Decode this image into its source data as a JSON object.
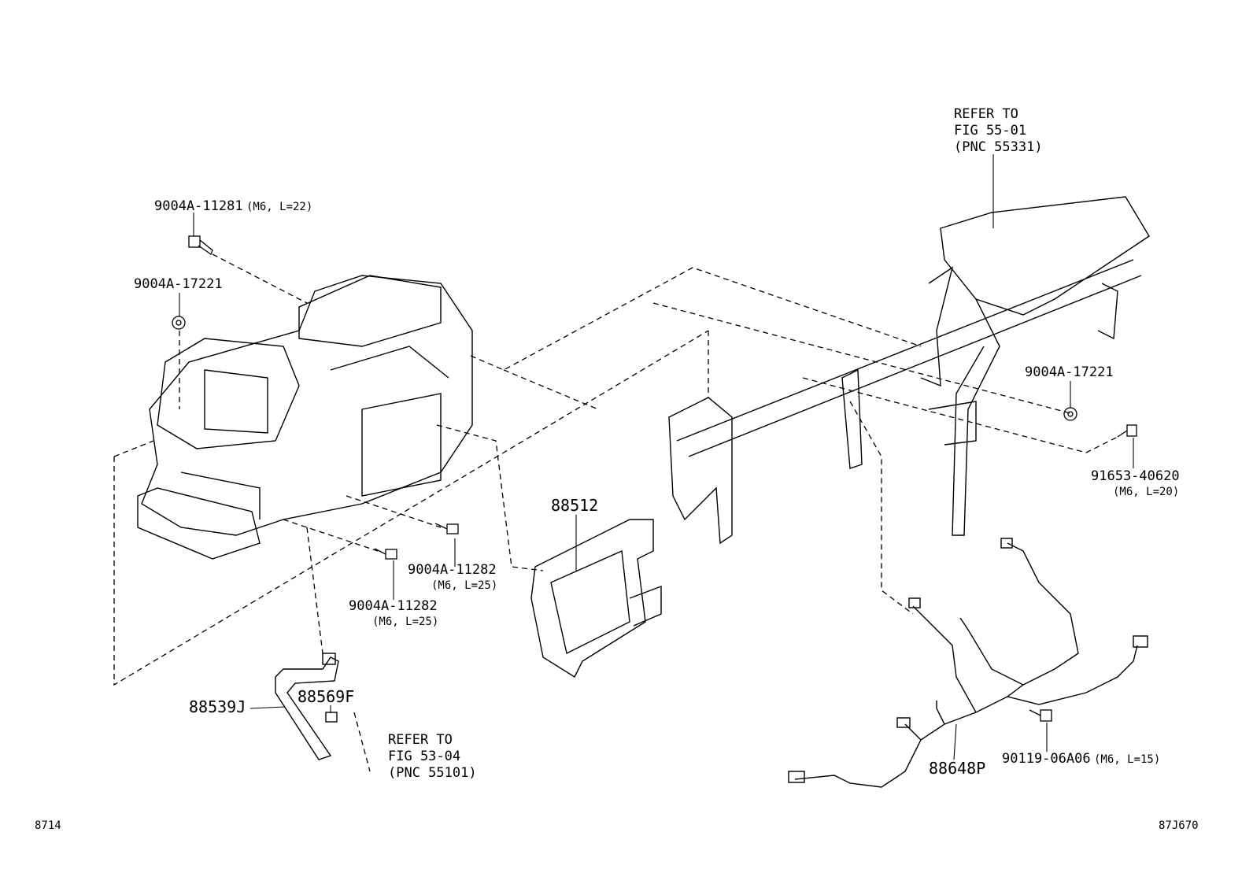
{
  "labels": {
    "bolt_top": {
      "part": "9004A-11281",
      "spec": "(M6, L=22)"
    },
    "nut_left": {
      "part": "9004A-17221"
    },
    "nut_right": {
      "part": "9004A-17221"
    },
    "bolt_right": {
      "part": "91653-40620",
      "spec": "(M6, L=20)"
    },
    "bolt_mid_a": {
      "part": "9004A-11282",
      "spec": "(M6, L=25)"
    },
    "bolt_mid_b": {
      "part": "9004A-11282",
      "spec": "(M6, L=25)"
    },
    "bracket": {
      "part": "88512"
    },
    "hose": {
      "part": "88539J"
    },
    "sensor": {
      "part": "88569F"
    },
    "harness": {
      "part": "88648P"
    },
    "bolt_harness": {
      "part": "90119-06A06",
      "spec": "(M6, L=15)"
    },
    "refer_top": {
      "line1": "REFER TO",
      "line2": "FIG 55-01",
      "line3": "(PNC 55331)"
    },
    "refer_bottom": {
      "line1": "REFER TO",
      "line2": "FIG 53-04",
      "line3": "(PNC 55101)"
    }
  },
  "footer": {
    "left_code": "8714",
    "right_code": "87J670"
  }
}
